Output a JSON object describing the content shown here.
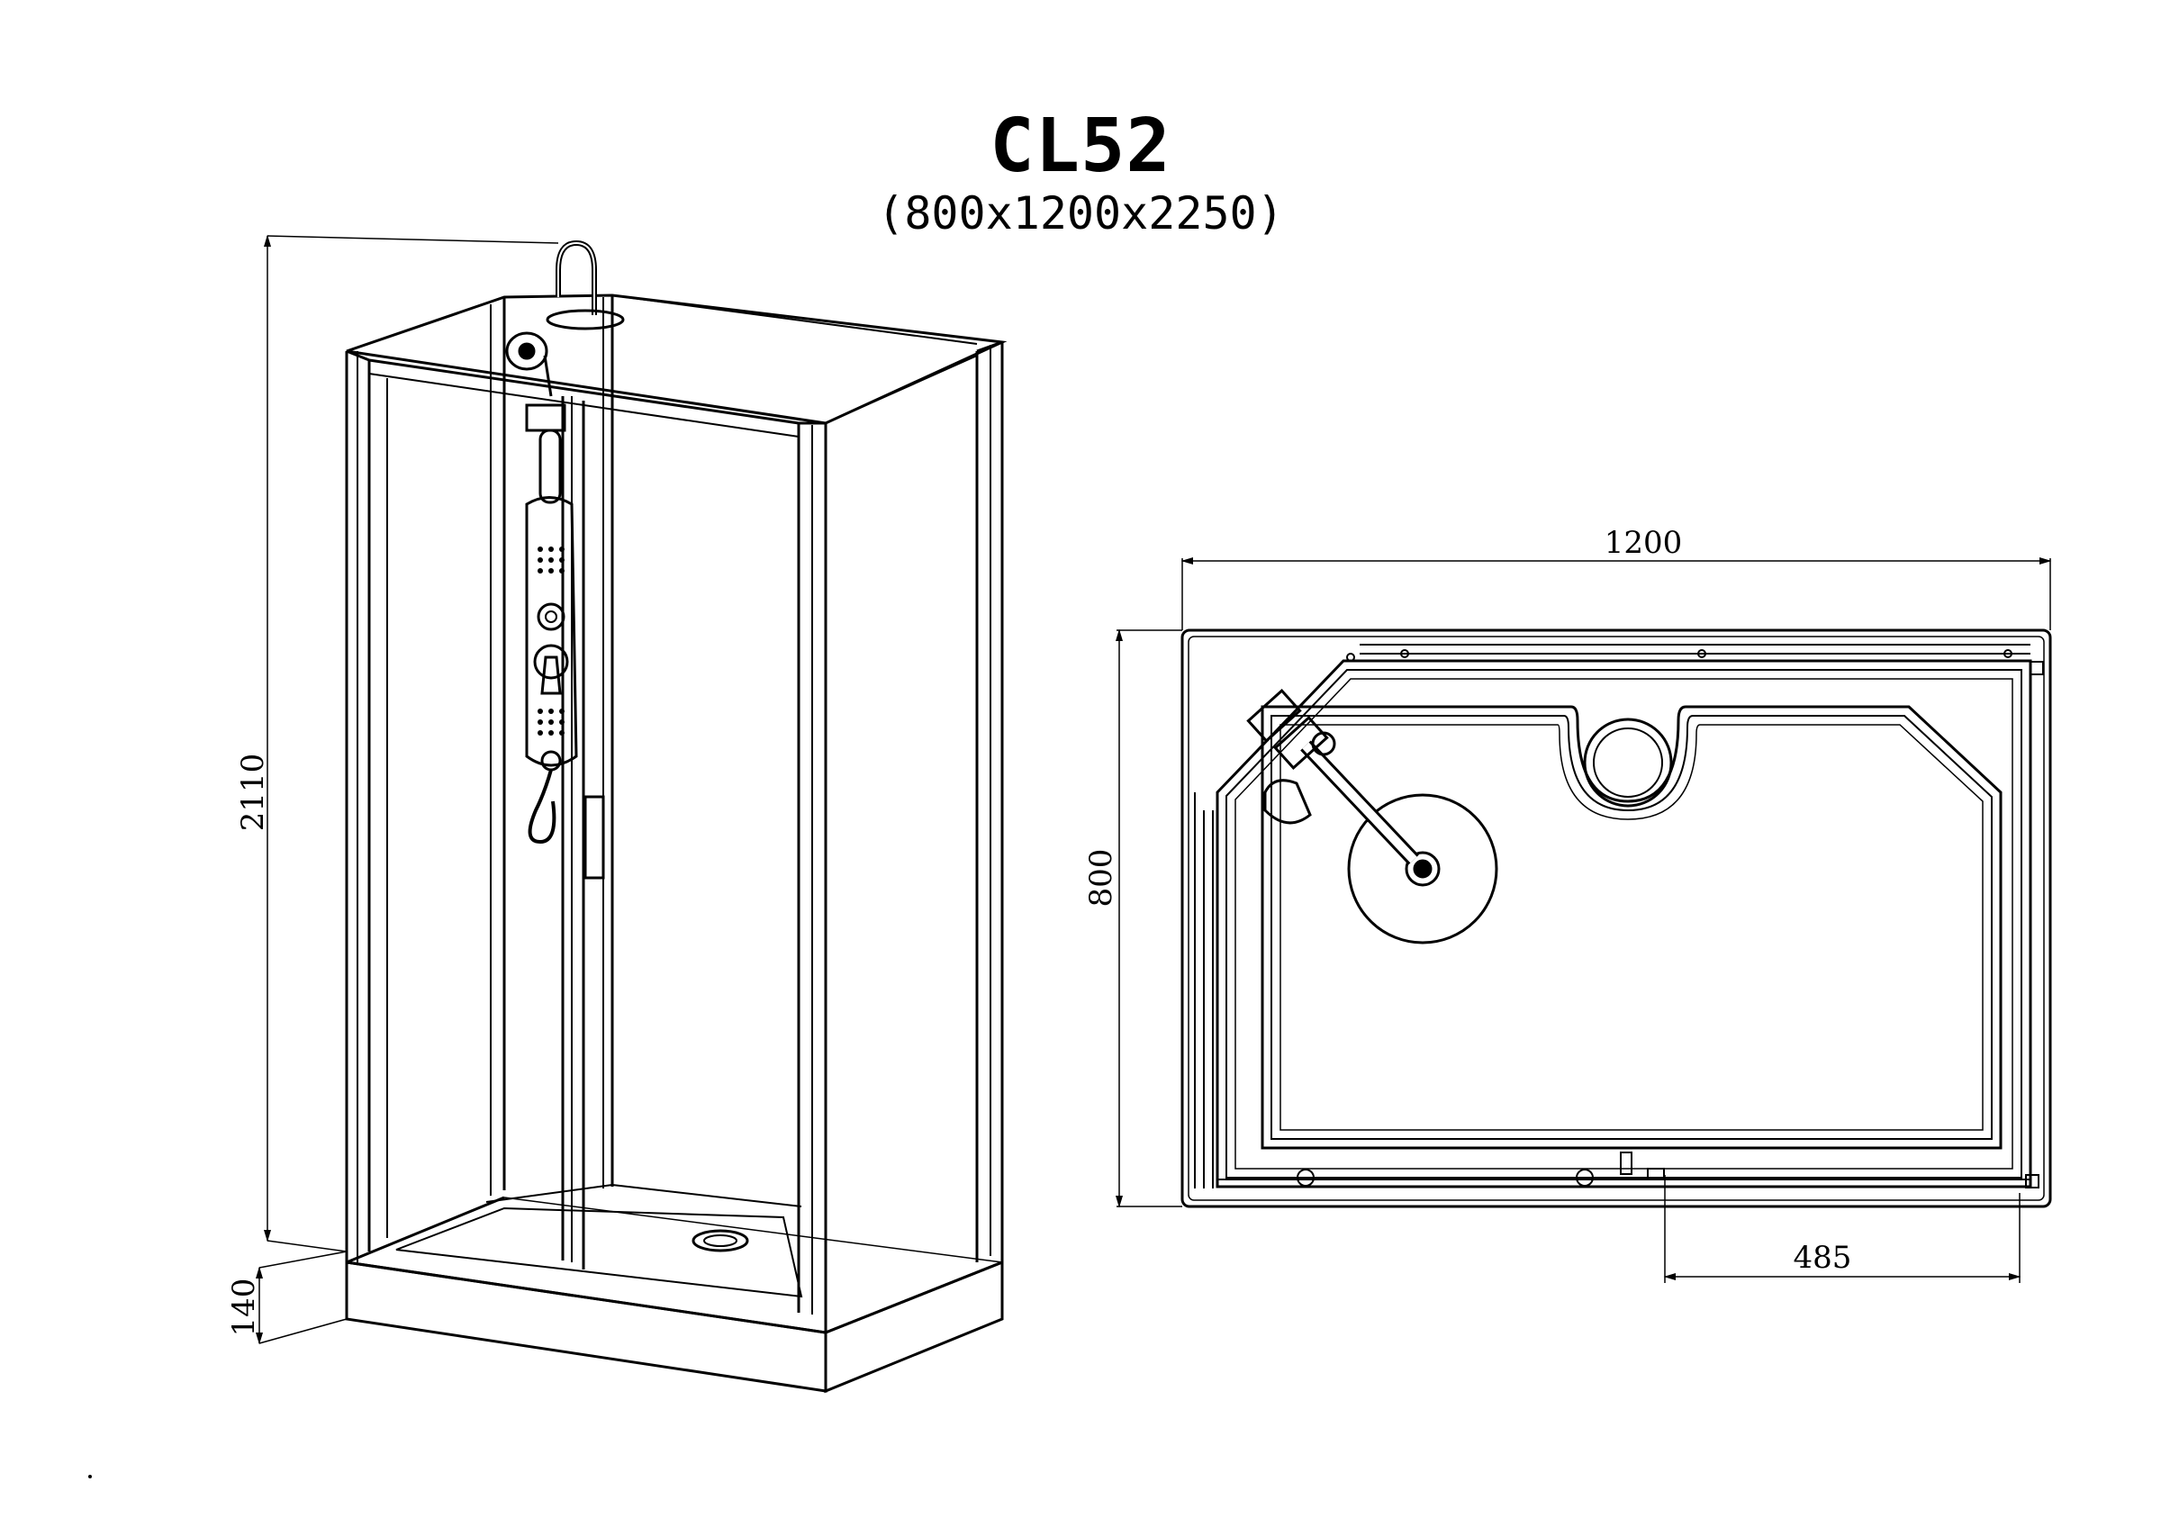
{
  "header": {
    "model": "CL52",
    "overall_dimensions": "(800x1200x2250)"
  },
  "side_view": {
    "height_label": "2110",
    "tray_height_label": "140"
  },
  "plan_view": {
    "width_label": "1200",
    "depth_label": "800",
    "drain_offset_label": "485"
  },
  "colors": {
    "line": "#000000",
    "background": "#ffffff"
  }
}
